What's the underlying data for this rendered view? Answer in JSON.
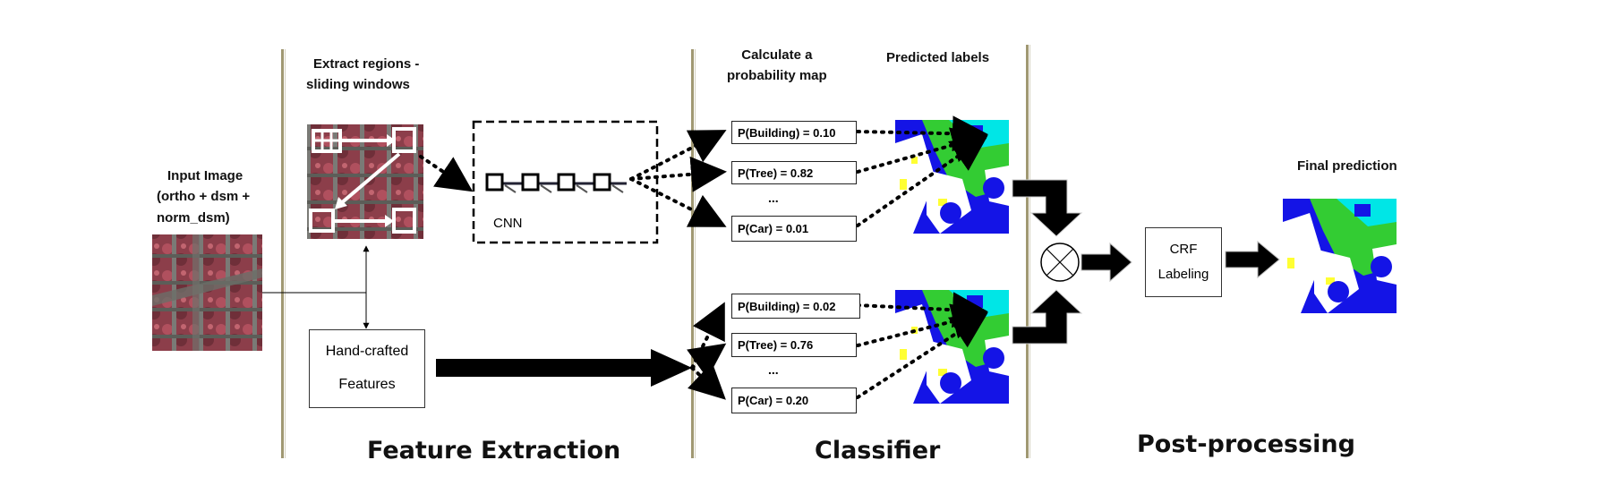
{
  "input": {
    "title_lines": [
      "Input Image",
      "(ortho + dsm +",
      "norm_dsm)"
    ]
  },
  "extraction": {
    "regions_lines": [
      "Extract regions -",
      "sliding windows"
    ],
    "cnn_label": "CNN",
    "handcrafted_lines": [
      "Hand-crafted",
      "Features"
    ],
    "section_title": "Feature Extraction"
  },
  "classifier": {
    "prob_map_lines": [
      "Calculate a",
      "probability map"
    ],
    "predicted_label": "Predicted labels",
    "cnn_probs": [
      "P(Building) = 0.10",
      "P(Tree) = 0.82",
      "P(Car) = 0.01"
    ],
    "hand_probs": [
      "P(Building) = 0.02",
      "P(Tree) = 0.76",
      "P(Car) = 0.20"
    ],
    "ellipsis": "...",
    "section_title": "Classifier"
  },
  "postprocessing": {
    "crf_lines": [
      "CRF",
      "Labeling"
    ],
    "final_label": "Final prediction",
    "section_title": "Post-processing"
  },
  "colors": {
    "divider": "#a09872",
    "building": "#1414e6",
    "tree": "#33cc33",
    "low_veg": "#66ff99",
    "car": "#ffff33",
    "surface": "#ffffff",
    "cyan": "#00e6e6"
  }
}
